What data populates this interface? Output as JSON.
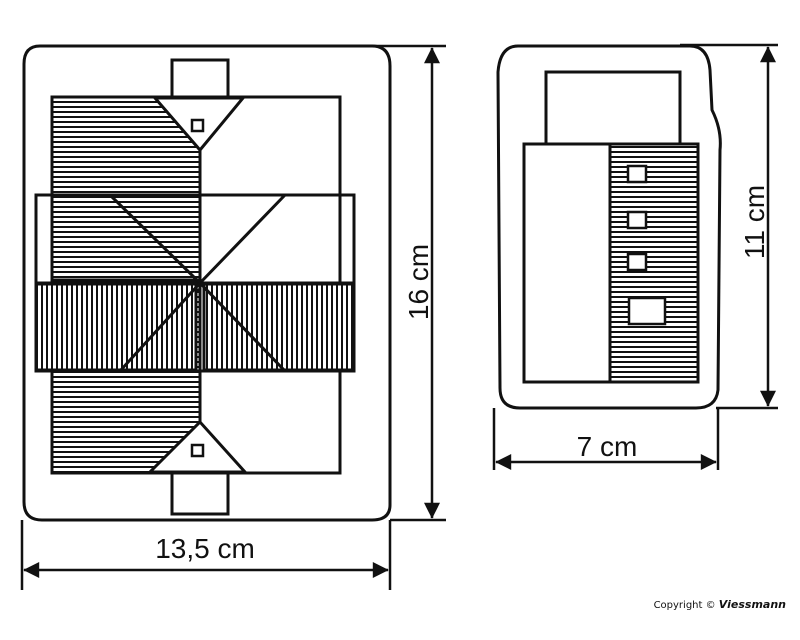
{
  "dimensions": {
    "large_width": "13,5 cm",
    "large_height": "16 cm",
    "small_width": "7 cm",
    "small_height": "11 cm"
  },
  "copyright": {
    "text": "Copyright ©",
    "brand": "Viessmann"
  },
  "colors": {
    "line": "#111111",
    "background": "#ffffff"
  }
}
